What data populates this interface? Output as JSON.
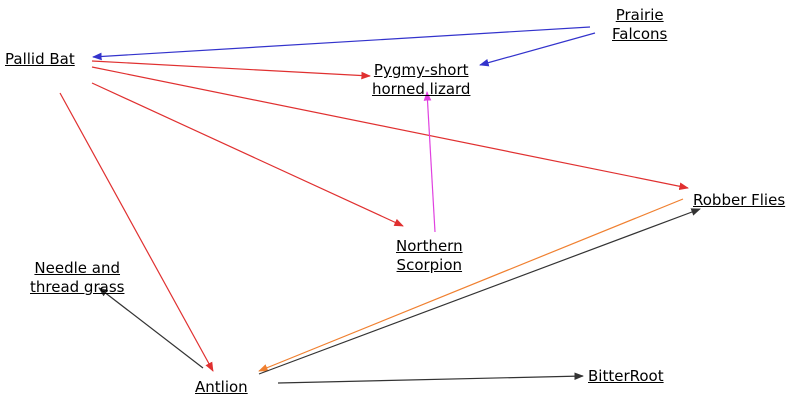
{
  "nodes": {
    "pallid_bat": {
      "lines": [
        "Pallid Bat"
      ]
    },
    "prairie_falcons": {
      "lines": [
        "Prairie",
        "Falcons"
      ]
    },
    "pygmy_lizard": {
      "lines": [
        "Pygmy-short",
        "horned lizard"
      ]
    },
    "robber_flies": {
      "lines": [
        "Robber Flies"
      ]
    },
    "northern_scorpion": {
      "lines": [
        "Northern",
        "Scorpion"
      ]
    },
    "needle_grass": {
      "lines": [
        "Needle and",
        "thread grass"
      ]
    },
    "antlion": {
      "lines": [
        "Antlion"
      ]
    },
    "bitterroot": {
      "lines": [
        "BitterRoot"
      ]
    }
  },
  "colors": {
    "blue": "#3333cc",
    "red": "#e03030",
    "magenta": "#e040e0",
    "orange": "#f08030",
    "dark": "#333333"
  },
  "edges": [
    {
      "from": "prairie_falcons",
      "to": "pallid_bat",
      "color": "blue"
    },
    {
      "from": "prairie_falcons",
      "to": "pygmy_lizard",
      "color": "blue"
    },
    {
      "from": "pallid_bat",
      "to": "pygmy_lizard",
      "color": "red"
    },
    {
      "from": "pallid_bat",
      "to": "robber_flies",
      "color": "red"
    },
    {
      "from": "pallid_bat",
      "to": "northern_scorpion",
      "color": "red"
    },
    {
      "from": "pallid_bat",
      "to": "antlion",
      "color": "red"
    },
    {
      "from": "northern_scorpion",
      "to": "pygmy_lizard",
      "color": "magenta"
    },
    {
      "from": "robber_flies",
      "to": "antlion",
      "color": "orange"
    },
    {
      "from": "antlion",
      "to": "robber_flies",
      "color": "dark"
    },
    {
      "from": "antlion",
      "to": "needle_grass",
      "color": "dark"
    },
    {
      "from": "antlion",
      "to": "bitterroot",
      "color": "dark"
    }
  ]
}
